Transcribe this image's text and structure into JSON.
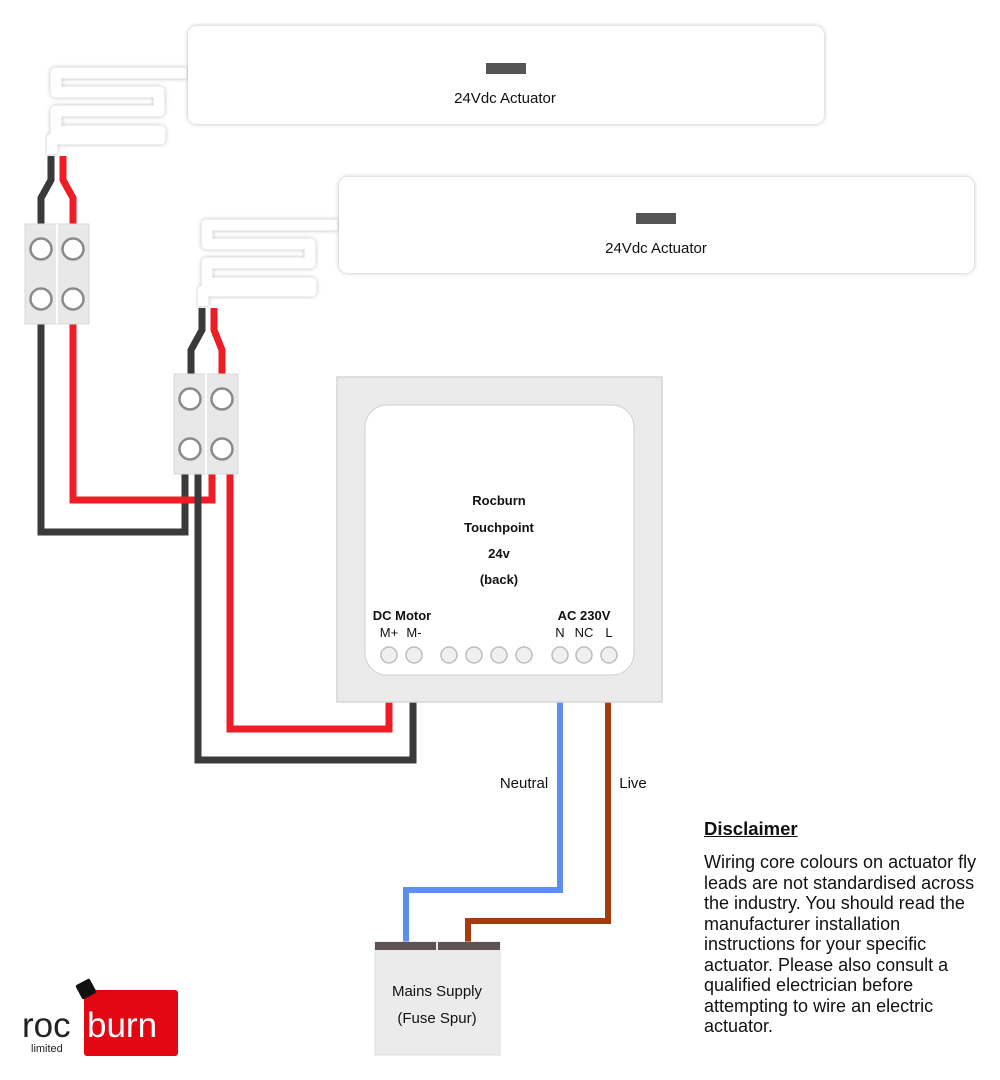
{
  "actuators": [
    {
      "label": "24Vdc Actuator"
    },
    {
      "label": "24Vdc Actuator"
    }
  ],
  "controller": {
    "title_lines": [
      "Rocburn",
      "Touchpoint",
      "24v",
      "(back)"
    ],
    "dc_group": "DC Motor",
    "dc_terminals": [
      "M+",
      "M-"
    ],
    "ac_group": "AC 230V",
    "ac_terminals": [
      "N",
      "NC",
      "L"
    ]
  },
  "wires": {
    "neutral_label": "Neutral",
    "live_label": "Live"
  },
  "supply": {
    "line1": "Mains Supply",
    "line2": "(Fuse Spur)"
  },
  "disclaimer": {
    "heading": "Disclaimer",
    "body": "Wiring core colours on actuator fly leads are not standardised across the industry.  You should read the manufacturer installation instructions for your specific actuator.  Please also consult a qualified electrician before attempting to wire an electric actuator."
  },
  "logo": {
    "text_roc": "roc",
    "text_burn": "burn",
    "tagline": "limited"
  },
  "colors": {
    "red_wire": "#ee1c25",
    "black_wire": "#3a3a3a",
    "neutral_wire": "#5b8ff0",
    "live_wire": "#a63c0c",
    "logo_red": "#e30613"
  }
}
